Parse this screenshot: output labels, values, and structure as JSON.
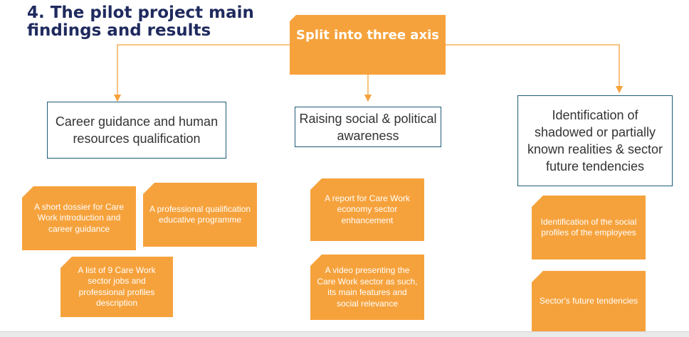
{
  "title": "4. The pilot project main findings and results",
  "hub": {
    "label": "Split into three axis"
  },
  "axes": [
    {
      "label": "Career guidance and human resources qualification"
    },
    {
      "label": "Raising social & political awareness"
    },
    {
      "label": "Identification of shadowed or partially known realities  & sector future tendencies"
    }
  ],
  "cards": [
    {
      "label": "A short dossier for  Care Work introduction and career guidance"
    },
    {
      "label": "A professional qualification educative programme"
    },
    {
      "label": "A list of  9 Care Work sector jobs and professional profiles description"
    },
    {
      "label": "A report for Care Work economy sector enhancement"
    },
    {
      "label": "A video presenting the Care Work sector as such, its main features and social  relevance"
    },
    {
      "label": "Identification of the social profiles of  the employees"
    },
    {
      "label": "Sector's future tendencies"
    }
  ],
  "colors": {
    "accent": "#f6a23c",
    "title": "#1f2a5e",
    "box_border": "#1e5b78"
  }
}
